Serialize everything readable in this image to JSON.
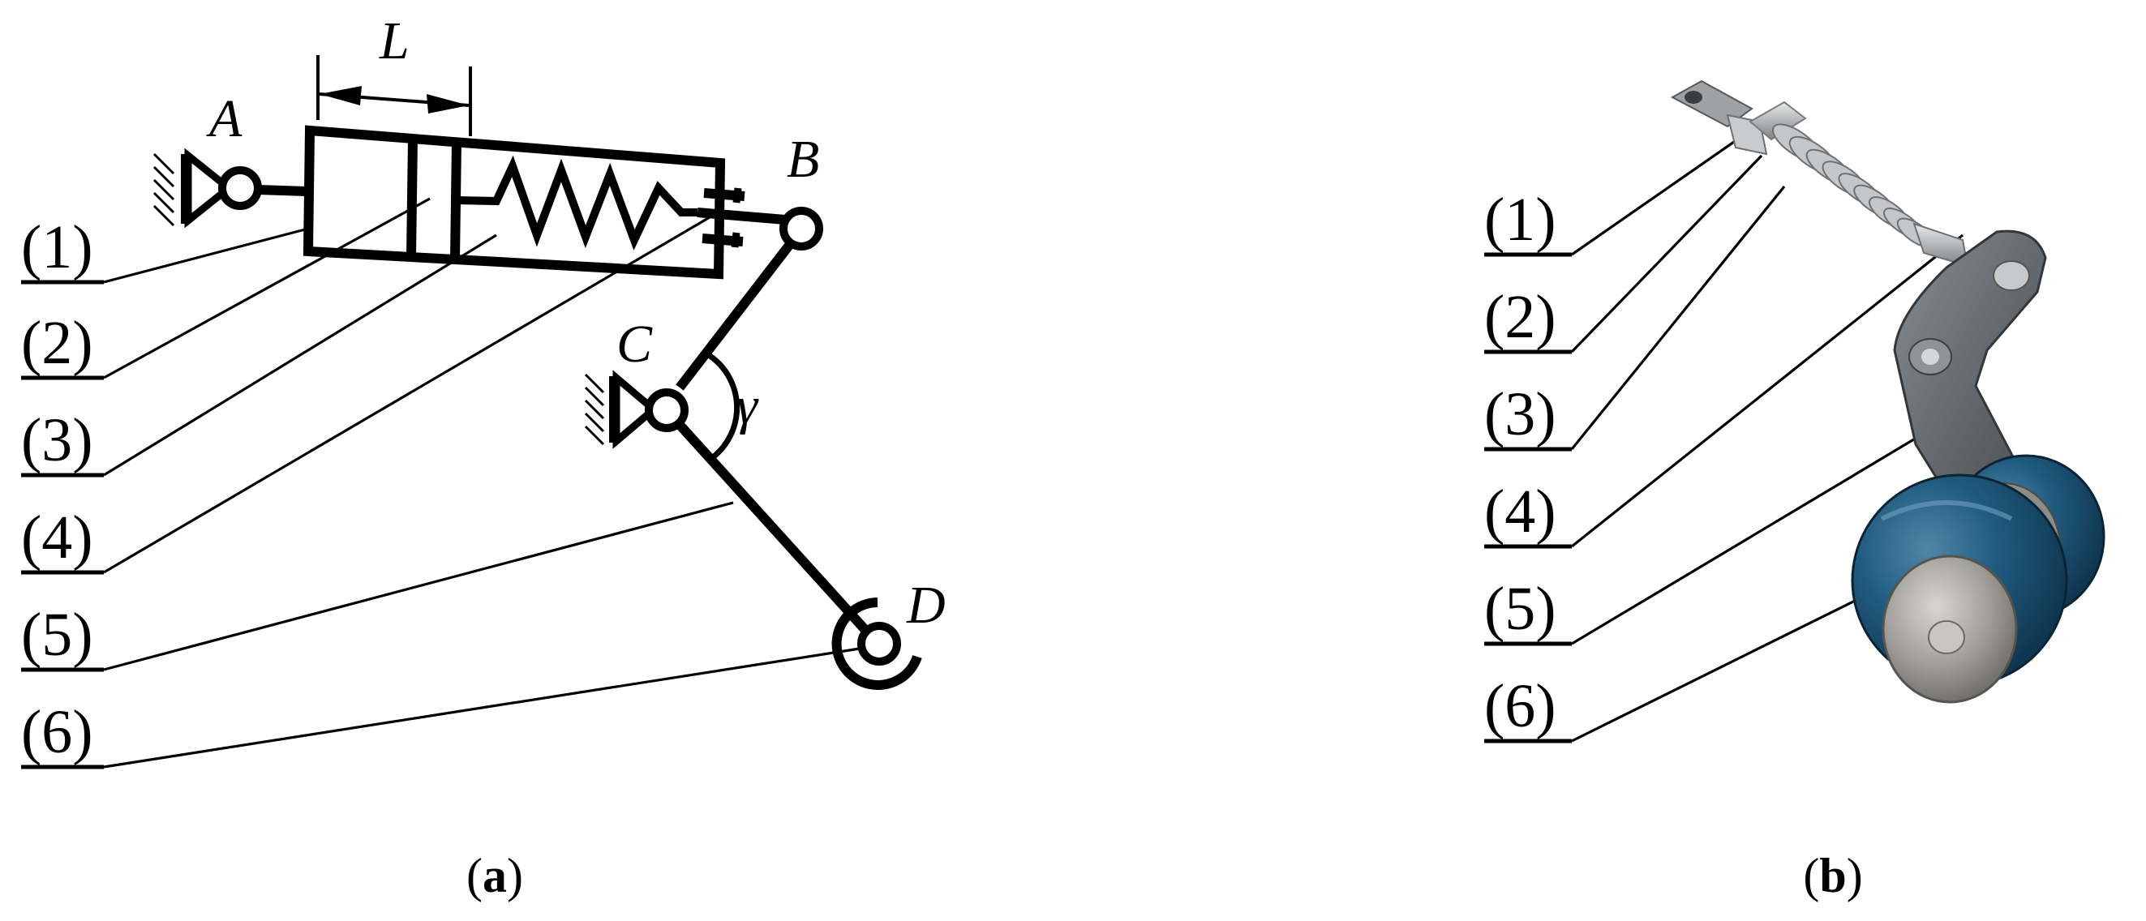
{
  "panel_a": {
    "caption_open": "(",
    "caption_letter": "a",
    "caption_close": ")",
    "part_labels": [
      "(1)",
      "(2)",
      "(3)",
      "(4)",
      "(5)",
      "(6)"
    ],
    "point_labels": {
      "A": "A",
      "B": "B",
      "C": "C",
      "D": "D"
    },
    "length_label": "L",
    "angle_label": "γ"
  },
  "panel_b": {
    "caption_open": "(",
    "caption_letter": "b",
    "caption_close": ")",
    "part_labels": [
      "(1)",
      "(2)",
      "(3)",
      "(4)",
      "(5)",
      "(6)"
    ],
    "colors": {
      "bracket": "#6b6f73",
      "spring": "#b9bcbf",
      "wheel": "#1f4f6e",
      "wheel_hub": "#9a9a95"
    }
  }
}
